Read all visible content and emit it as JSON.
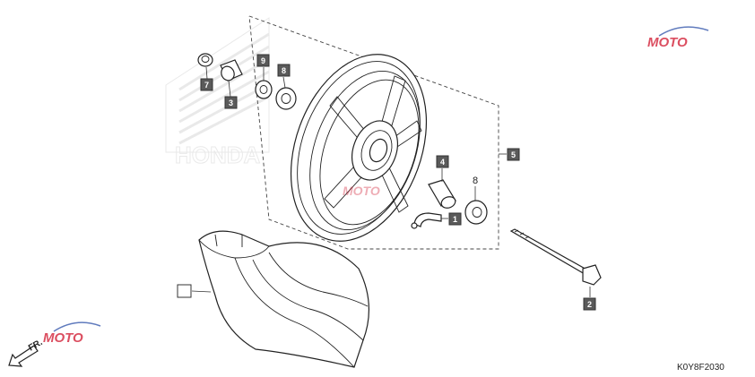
{
  "diagram_code": "K0Y8F2030",
  "direction_label": "FR.",
  "callouts": {
    "c1": "1",
    "c2": "2",
    "c3": "3",
    "c4": "4",
    "c5": "5",
    "c7": "7",
    "c8_box": "8",
    "c8_plain": "8",
    "c9": "9"
  },
  "watermark": {
    "text": "MOTO",
    "color_primary": "#d0142c",
    "color_secondary": "#2b4fa8"
  }
}
